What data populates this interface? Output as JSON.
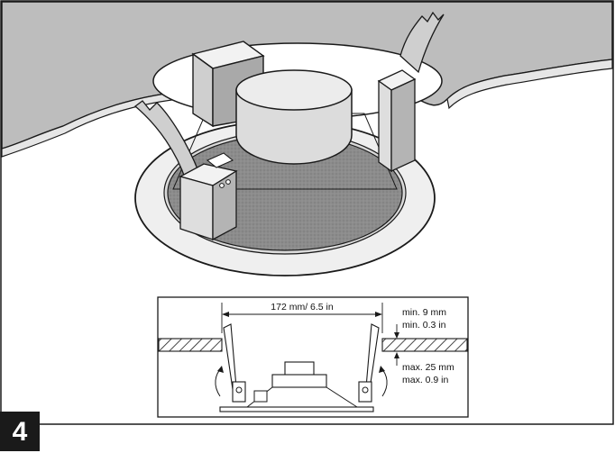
{
  "step_number": "4",
  "detail_diagram": {
    "width_label": "172 mm/ 6.5 in",
    "min_thickness_mm": "min. 9 mm",
    "min_thickness_in": "min. 0.3 in",
    "max_thickness_mm": "max. 25 mm",
    "max_thickness_in": "max. 0.9 in"
  },
  "colors": {
    "line": "#1a1a1a",
    "speaker_grey": "#bcbcbc",
    "cone_dark": "#8c8c8c",
    "magnet_top": "#ececec",
    "badge": "#1a1a1a"
  }
}
